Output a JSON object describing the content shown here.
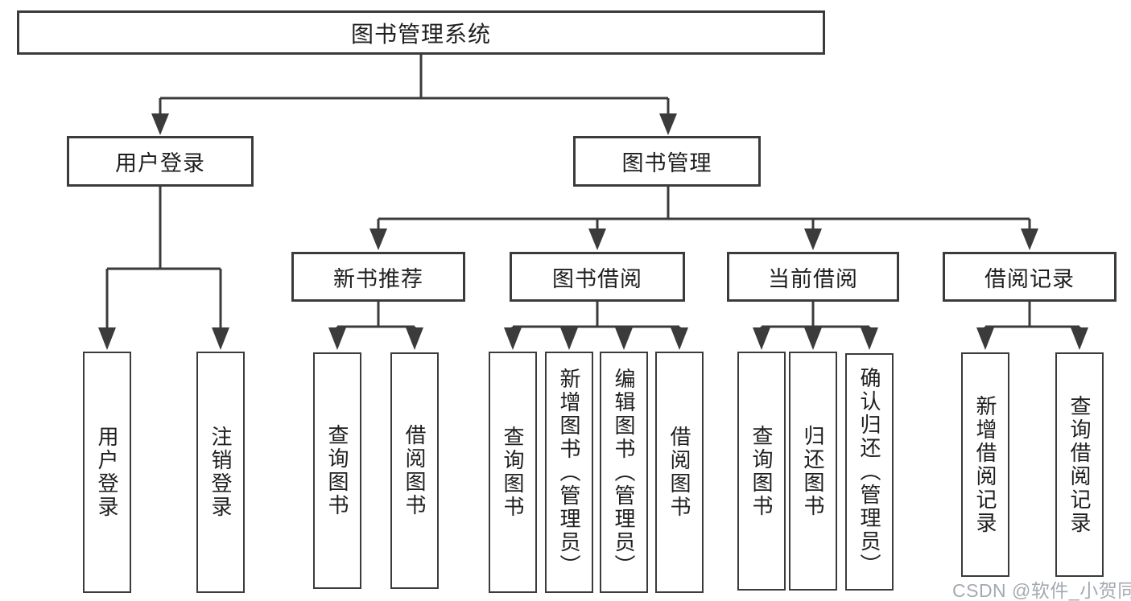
{
  "diagram": {
    "root": {
      "label": "图书管理系统",
      "children": [
        {
          "label": "用户登录",
          "children": [
            {
              "label": "用户登录"
            },
            {
              "label": "注销登录"
            }
          ]
        },
        {
          "label": "图书管理",
          "children": [
            {
              "label": "新书推荐",
              "children": [
                {
                  "label": "查询图书"
                },
                {
                  "label": "借阅图书"
                }
              ]
            },
            {
              "label": "图书借阅",
              "children": [
                {
                  "label": "查询图书"
                },
                {
                  "label": "新增图书（管理员）"
                },
                {
                  "label": "编辑图书（管理员）"
                },
                {
                  "label": "借阅图书"
                }
              ]
            },
            {
              "label": "当前借阅",
              "children": [
                {
                  "label": "查询图书"
                },
                {
                  "label": "归还图书"
                },
                {
                  "label": "确认归还（管理员）"
                }
              ]
            },
            {
              "label": "借阅记录",
              "children": [
                {
                  "label": "新增借阅记录"
                },
                {
                  "label": "查询借阅记录"
                }
              ]
            }
          ]
        }
      ]
    }
  },
  "watermark": {
    "text": "CSDN @软件_小贺同学"
  },
  "colors": {
    "line": "#3B3B3B",
    "text": "#1E1E1E",
    "background": "#FFFFFF",
    "watermark": "#949AA2"
  }
}
